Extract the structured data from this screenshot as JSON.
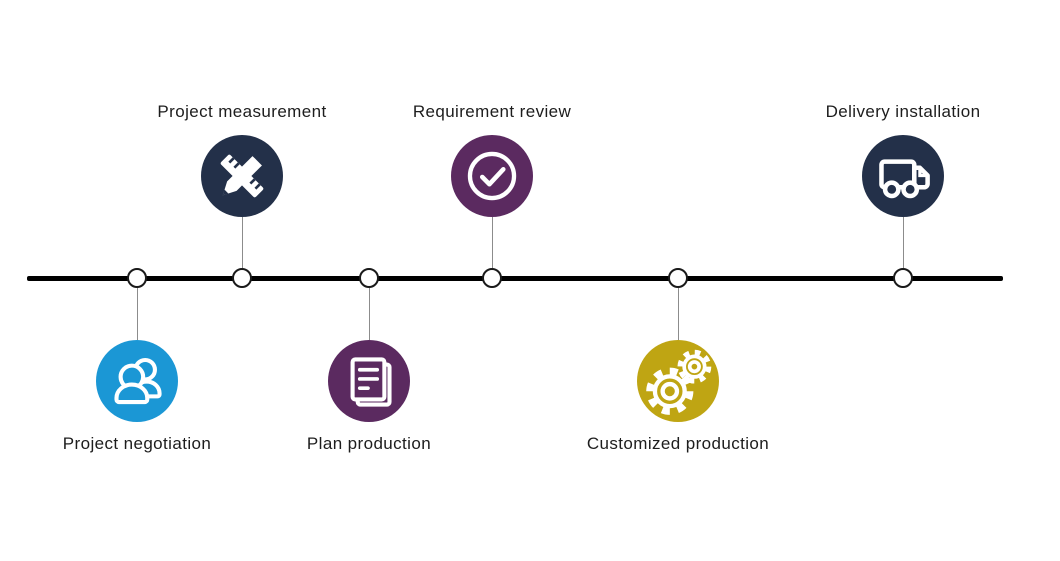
{
  "page": {
    "background": "#ffffff",
    "text_color": "#1d1d1d"
  },
  "timeline": {
    "line_color": "#000000",
    "connector_color": "#8c8c8c",
    "node_fill": "#ffffff",
    "node_border": "#1a1a1a",
    "steps": [
      {
        "label": "Project negotiation",
        "position": "below",
        "icon": "people-icon",
        "color": "#1b97d5"
      },
      {
        "label": "Project measurement",
        "position": "above",
        "icon": "ruler-pencil-icon",
        "color": "#233049"
      },
      {
        "label": "Plan production",
        "position": "below",
        "icon": "document-icon",
        "color": "#5b2a60"
      },
      {
        "label": "Requirement review",
        "position": "above",
        "icon": "check-circle-icon",
        "color": "#5b2a60"
      },
      {
        "label": "Customized production",
        "position": "below",
        "icon": "gears-icon",
        "color": "#bfa513"
      },
      {
        "label": "Delivery installation",
        "position": "above",
        "icon": "truck-icon",
        "color": "#233049"
      }
    ]
  }
}
